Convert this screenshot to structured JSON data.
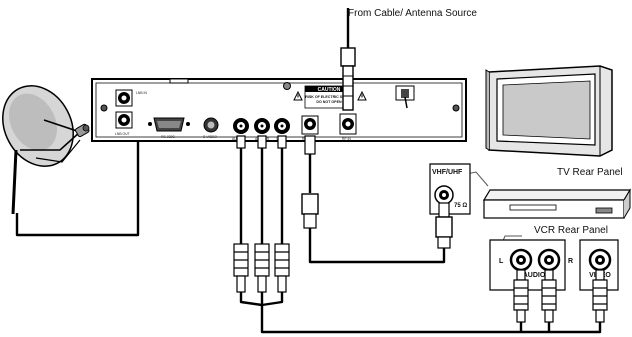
{
  "labels": {
    "cable_source": "From Cable/ Antenna Source",
    "tv_panel": "TV Rear Panel",
    "vcr_panel": "VCR Rear Panel",
    "vhf_uhf": "VHF/UHF",
    "ohm": "75 Ω",
    "audio": "AUDIO",
    "video": "VIDEO",
    "left": "L",
    "right": "R",
    "caution": "CAUTION"
  },
  "receiver": {
    "jacks": [
      "LNB IN",
      "LNB OUT",
      "RS-232C",
      "S-VIDEO",
      "AUDIO L",
      "AUDIO R",
      "VIDEO",
      "RF OUT",
      "RF IN"
    ],
    "caution_lines": [
      "RISK OF ELECTRIC SHOCK",
      "DO NOT OPEN"
    ]
  },
  "icons": {
    "warning": "warning-triangle-icon",
    "dish": "satellite-dish-icon",
    "tv": "tv-icon",
    "vcr": "vcr-icon"
  }
}
